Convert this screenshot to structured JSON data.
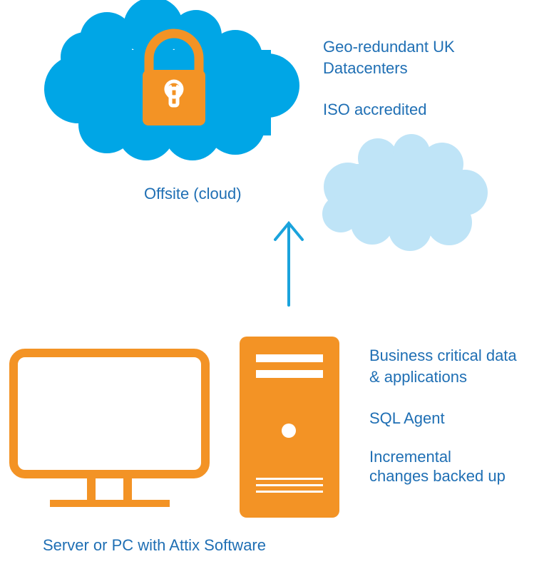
{
  "colors": {
    "cloud_primary": "#00a6e6",
    "cloud_secondary": "#bfe4f7",
    "accent_orange": "#f39325",
    "arrow": "#1aa3dc",
    "text": "#1f6fb4"
  },
  "icons": [
    "cloud-icon",
    "padlock-icon",
    "upload-arrow-icon",
    "monitor-icon",
    "server-tower-icon"
  ],
  "cloud": {
    "features": [
      "Geo-redundant UK",
      "Datacenters",
      "ISO accredited"
    ],
    "label": "Offsite (cloud)"
  },
  "local": {
    "features": {
      "critical_line1": "Business critical data",
      "critical_line2": "& applications",
      "sql": "SQL Agent",
      "incremental_line1": "Incremental",
      "incremental_line2": "changes backed up"
    },
    "label": "Server or PC with Attix Software"
  }
}
